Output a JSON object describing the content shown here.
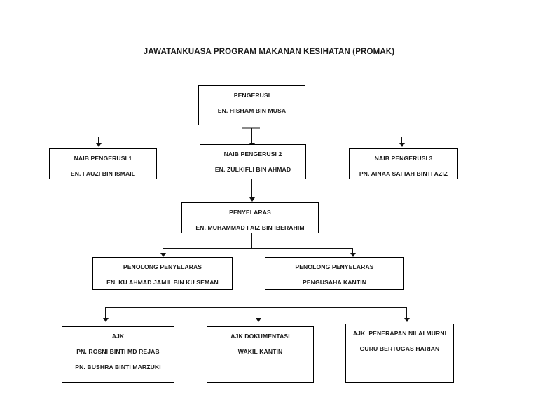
{
  "chart_data": {
    "type": "diagram",
    "title": "JAWATANKUASA PROGRAM MAKANAN KESIHATAN (PROMAK)",
    "orientation": "top-down",
    "nodes": [
      {
        "id": "pengerusi",
        "role": "PENGERUSI",
        "person": "EN. HISHAM BIN MUSA",
        "level": 1
      },
      {
        "id": "naib1",
        "role": "NAIB PENGERUSI 1",
        "person": "EN. FAUZI BIN ISMAIL",
        "level": 2
      },
      {
        "id": "naib2",
        "role": "NAIB PENGERUSI 2",
        "person": "EN. ZULKIFLI BIN AHMAD",
        "level": 2
      },
      {
        "id": "naib3",
        "role": "NAIB PENGERUSI 3",
        "person": "PN. AINAA SAFIAH BINTI AZIZ",
        "level": 2
      },
      {
        "id": "penyelaras",
        "role": "PENYELARAS",
        "person": "EN. MUHAMMAD FAIZ BIN IBERAHIM",
        "level": 3
      },
      {
        "id": "penolong1",
        "role": "PENOLONG PENYELARAS",
        "person": "EN. KU AHMAD JAMIL BIN KU SEMAN",
        "level": 4
      },
      {
        "id": "penolong2",
        "role": "PENOLONG PENYELARAS",
        "person": "PENGUSAHA KANTIN",
        "level": 4
      },
      {
        "id": "ajk",
        "role": "AJK",
        "person": "PN. ROSNI BINTI MD REJAB",
        "person2": "PN. BUSHRA BINTI MARZUKI",
        "level": 5
      },
      {
        "id": "ajk_dok",
        "role": "AJK DOKUMENTASI",
        "person": "WAKIL KANTIN",
        "level": 5
      },
      {
        "id": "ajk_nilai",
        "role": "AJK  PENERAPAN NILAI MURNI",
        "person": "GURU BERTUGAS HARIAN",
        "level": 5
      }
    ],
    "edges": [
      {
        "from": "pengerusi",
        "to": "naib1"
      },
      {
        "from": "pengerusi",
        "to": "naib2"
      },
      {
        "from": "pengerusi",
        "to": "naib3"
      },
      {
        "from": "naib2",
        "to": "penyelaras"
      },
      {
        "from": "penyelaras",
        "to": "penolong1"
      },
      {
        "from": "penyelaras",
        "to": "penolong2"
      },
      {
        "from": "penolong1",
        "to": "ajk"
      },
      {
        "from": "penolong1",
        "to": "ajk_dok"
      },
      {
        "from": "penolong1",
        "to": "ajk_nilai"
      }
    ],
    "colors": {
      "background": "#ffffff",
      "box_border": "#000000",
      "text": "#1a1a1a",
      "connector": "#111111"
    }
  },
  "chart": {
    "title": "JAWATANKUASA PROGRAM MAKANAN KESIHATAN (PROMAK)",
    "pengerusi": {
      "role": "PENGERUSI",
      "person": "EN. HISHAM BIN MUSA"
    },
    "naib1": {
      "role": "NAIB PENGERUSI 1",
      "person": "EN. FAUZI BIN ISMAIL"
    },
    "naib2": {
      "role": "NAIB PENGERUSI 2",
      "person": "EN. ZULKIFLI BIN AHMAD"
    },
    "naib3": {
      "role": "NAIB PENGERUSI 3",
      "person": "PN. AINAA SAFIAH BINTI AZIZ"
    },
    "penyelaras": {
      "role": "PENYELARAS",
      "person": "EN. MUHAMMAD FAIZ BIN IBERAHIM"
    },
    "penolong1": {
      "role": "PENOLONG PENYELARAS",
      "person": "EN. KU AHMAD JAMIL BIN KU SEMAN"
    },
    "penolong2": {
      "role": "PENOLONG PENYELARAS",
      "person": "PENGUSAHA KANTIN"
    },
    "ajk": {
      "role": "AJK",
      "person": "PN. ROSNI BINTI MD REJAB",
      "person2": "PN. BUSHRA BINTI MARZUKI"
    },
    "ajk_dok": {
      "role": "AJK DOKUMENTASI",
      "person": "WAKIL KANTIN"
    },
    "ajk_nilai": {
      "role": "AJK  PENERAPAN NILAI MURNI",
      "person": "GURU BERTUGAS HARIAN"
    }
  }
}
